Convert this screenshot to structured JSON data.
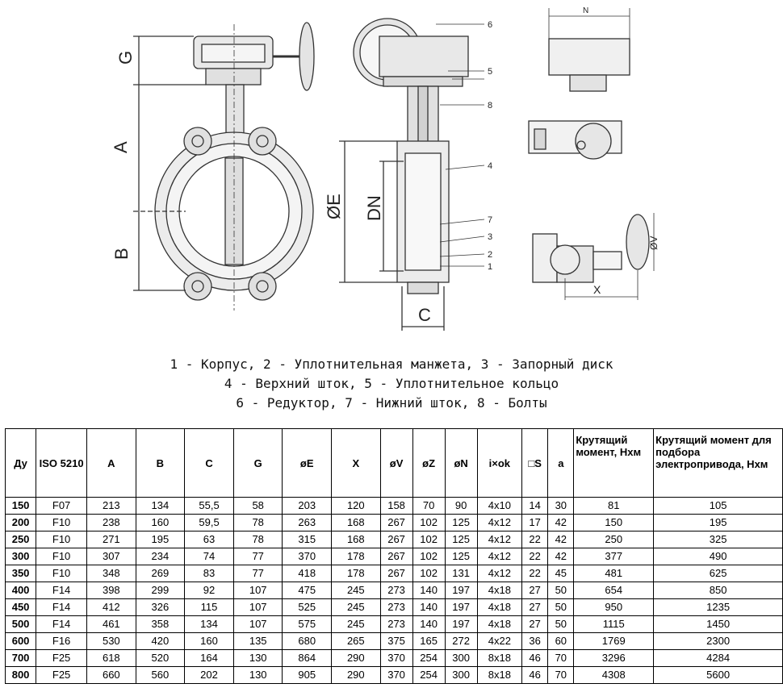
{
  "drawing": {
    "labels": {
      "G": "G",
      "A": "A",
      "B": "B",
      "E": "ØE",
      "DN": "DN",
      "C": "C",
      "N": "N",
      "X": "X",
      "V": "ØV",
      "callouts": [
        "6",
        "5",
        "8",
        "4",
        "7",
        "3",
        "2",
        "1"
      ]
    }
  },
  "legend": {
    "line1": "1 - Корпус, 2 - Уплотнительная манжета, 3 - Запорный диск",
    "line2": "4 - Верхний шток, 5 - Уплотнительное кольцо",
    "line3": "6 - Редуктор, 7 - Нижний шток, 8 - Болты"
  },
  "table": {
    "headers": [
      "Ду",
      "ISO 5210",
      "A",
      "B",
      "C",
      "G",
      "øE",
      "X",
      "øV",
      "øZ",
      "øN",
      "i×ok",
      "□S",
      "a",
      "Крутящий момент, Нхм",
      "Крутящий момент для подбора электропривода, Нхм"
    ],
    "rows": [
      [
        "150",
        "F07",
        "213",
        "134",
        "55,5",
        "58",
        "203",
        "120",
        "158",
        "70",
        "90",
        "4x10",
        "14",
        "30",
        "81",
        "105"
      ],
      [
        "200",
        "F10",
        "238",
        "160",
        "59,5",
        "78",
        "263",
        "168",
        "267",
        "102",
        "125",
        "4x12",
        "17",
        "42",
        "150",
        "195"
      ],
      [
        "250",
        "F10",
        "271",
        "195",
        "63",
        "78",
        "315",
        "168",
        "267",
        "102",
        "125",
        "4x12",
        "22",
        "42",
        "250",
        "325"
      ],
      [
        "300",
        "F10",
        "307",
        "234",
        "74",
        "77",
        "370",
        "178",
        "267",
        "102",
        "125",
        "4x12",
        "22",
        "42",
        "377",
        "490"
      ],
      [
        "350",
        "F10",
        "348",
        "269",
        "83",
        "77",
        "418",
        "178",
        "267",
        "102",
        "131",
        "4x12",
        "22",
        "45",
        "481",
        "625"
      ],
      [
        "400",
        "F14",
        "398",
        "299",
        "92",
        "107",
        "475",
        "245",
        "273",
        "140",
        "197",
        "4x18",
        "27",
        "50",
        "654",
        "850"
      ],
      [
        "450",
        "F14",
        "412",
        "326",
        "115",
        "107",
        "525",
        "245",
        "273",
        "140",
        "197",
        "4x18",
        "27",
        "50",
        "950",
        "1235"
      ],
      [
        "500",
        "F14",
        "461",
        "358",
        "134",
        "107",
        "575",
        "245",
        "273",
        "140",
        "197",
        "4x18",
        "27",
        "50",
        "1115",
        "1450"
      ],
      [
        "600",
        "F16",
        "530",
        "420",
        "160",
        "135",
        "680",
        "265",
        "375",
        "165",
        "272",
        "4x22",
        "36",
        "60",
        "1769",
        "2300"
      ],
      [
        "700",
        "F25",
        "618",
        "520",
        "164",
        "130",
        "864",
        "290",
        "370",
        "254",
        "300",
        "8x18",
        "46",
        "70",
        "3296",
        "4284"
      ],
      [
        "800",
        "F25",
        "660",
        "560",
        "202",
        "130",
        "905",
        "290",
        "370",
        "254",
        "300",
        "8x18",
        "46",
        "70",
        "4308",
        "5600"
      ]
    ]
  }
}
